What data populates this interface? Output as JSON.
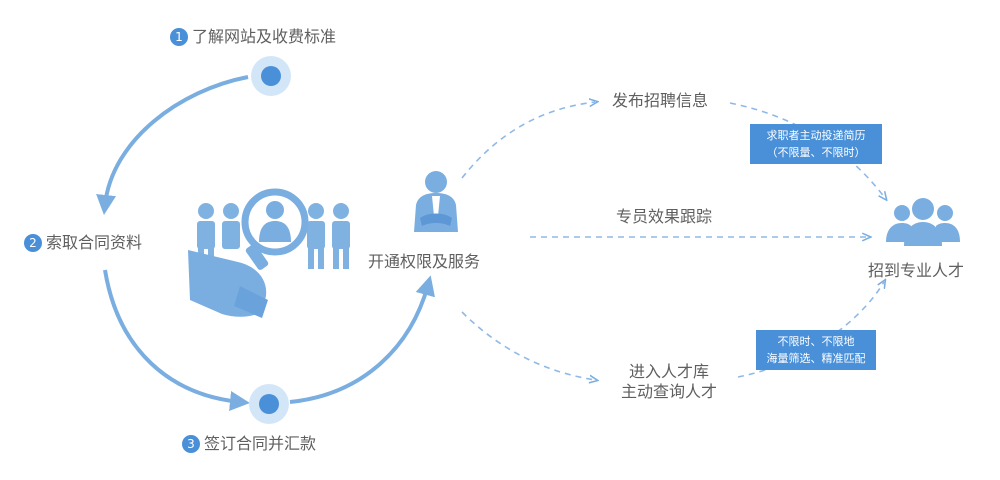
{
  "colors": {
    "accent": "#4a90d9",
    "accent_light": "#bcd8f4",
    "text": "#5f5f5f",
    "box": "#4a90d9"
  },
  "cycle": {
    "step1": {
      "num": "1",
      "label": "了解网站及收费标准"
    },
    "step2": {
      "num": "2",
      "label": "索取合同资料"
    },
    "step3": {
      "num": "3",
      "label": "签订合同并汇款"
    }
  },
  "center_node": {
    "label": "开通权限及服务",
    "icon": "businessman-icon"
  },
  "illustration": {
    "icon": "magnifier-people-icon"
  },
  "branches": {
    "publish": "发布招聘信息",
    "tracking": "专员效果跟踪",
    "database_line1": "进入人才库",
    "database_line2": "主动查询人才"
  },
  "notes": {
    "top_line1": "求职者主动投递简历",
    "top_line2": "（不限量、不限时）",
    "bottom_line1": "不限时、不限地",
    "bottom_line2": "海量筛选、精准匹配"
  },
  "result": {
    "label": "招到专业人才",
    "icon": "group-people-icon"
  }
}
